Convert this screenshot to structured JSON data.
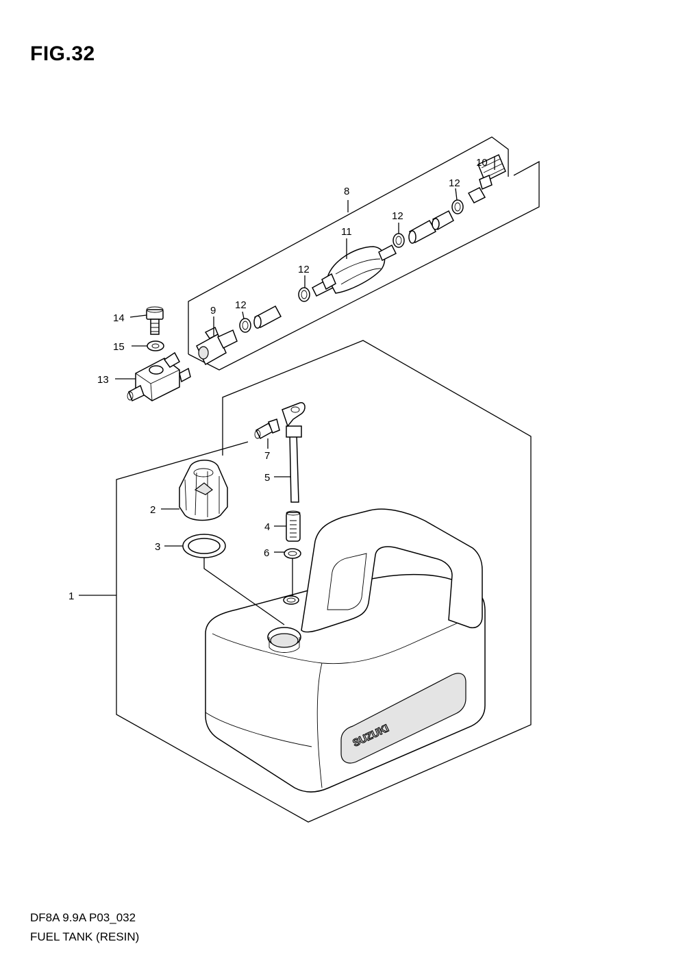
{
  "figure_title": "FIG.32",
  "footer": {
    "code": "DF8A 9.9A P03_032",
    "title": "FUEL TANK (RESIN)"
  },
  "tank_logo": "SUZUKI",
  "callouts": {
    "p1": "1",
    "p2": "2",
    "p3": "3",
    "p4": "4",
    "p5": "5",
    "p6": "6",
    "p7": "7",
    "p8": "8",
    "p9": "9",
    "p10": "10",
    "p11": "11",
    "p12a": "12",
    "p12b": "12",
    "p12c": "12",
    "p12d": "12",
    "p13": "13",
    "p14": "14",
    "p15": "15"
  }
}
